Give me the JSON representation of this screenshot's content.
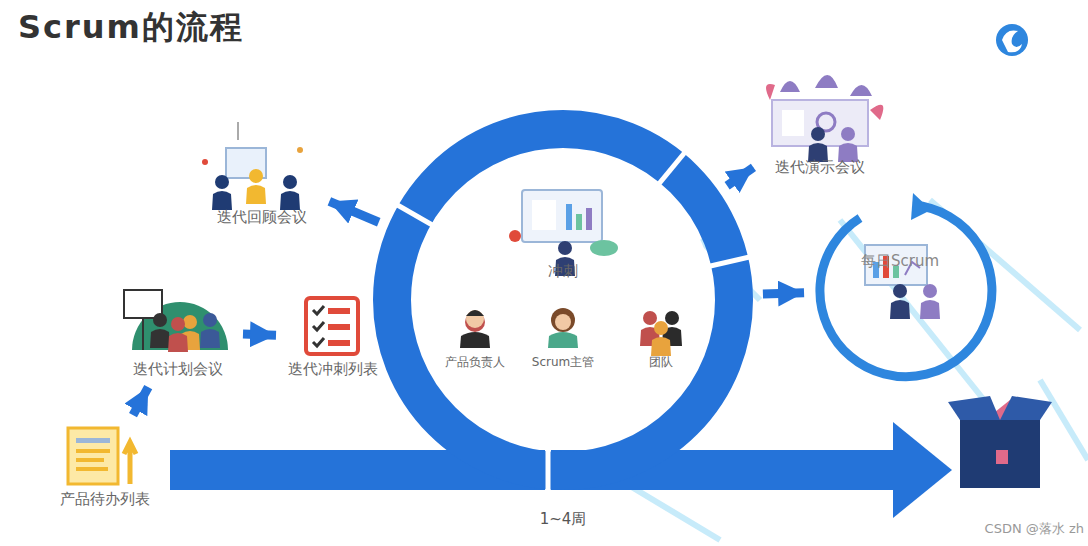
{
  "diagram": {
    "title": "Scrum的流程",
    "nodes": [
      {
        "text": [
          "产品待办列表"
        ]
      },
      {
        "text": [
          "迭代计划会议"
        ]
      },
      {
        "text": [
          "迭代冲刺列表"
        ]
      },
      {
        "text": [
          "冲刺"
        ]
      },
      {
        "text": [
          "产品负责人"
        ],
        "in": 3
      },
      {
        "text": [
          "Scrum主管"
        ],
        "in": 3
      },
      {
        "text": [
          "团队"
        ],
        "in": 3
      },
      {
        "text": [
          "每日Scrum"
        ]
      },
      {
        "text": [
          "迭代演示会议"
        ]
      },
      {
        "text": [
          "迭代回顾会议"
        ]
      }
    ],
    "edges": [
      {
        "from": 0,
        "to": 1,
        "arrow": "to"
      },
      {
        "from": 1,
        "to": 2,
        "arrow": "to"
      },
      {
        "from": 3,
        "to": 7,
        "arrow": "to"
      },
      {
        "from": 3,
        "to": 8,
        "arrow": "to"
      },
      {
        "from": 3,
        "to": 9,
        "arrow": "to"
      }
    ],
    "labels": [
      "1~4周",
      "CSDN @落水 zh"
    ]
  }
}
